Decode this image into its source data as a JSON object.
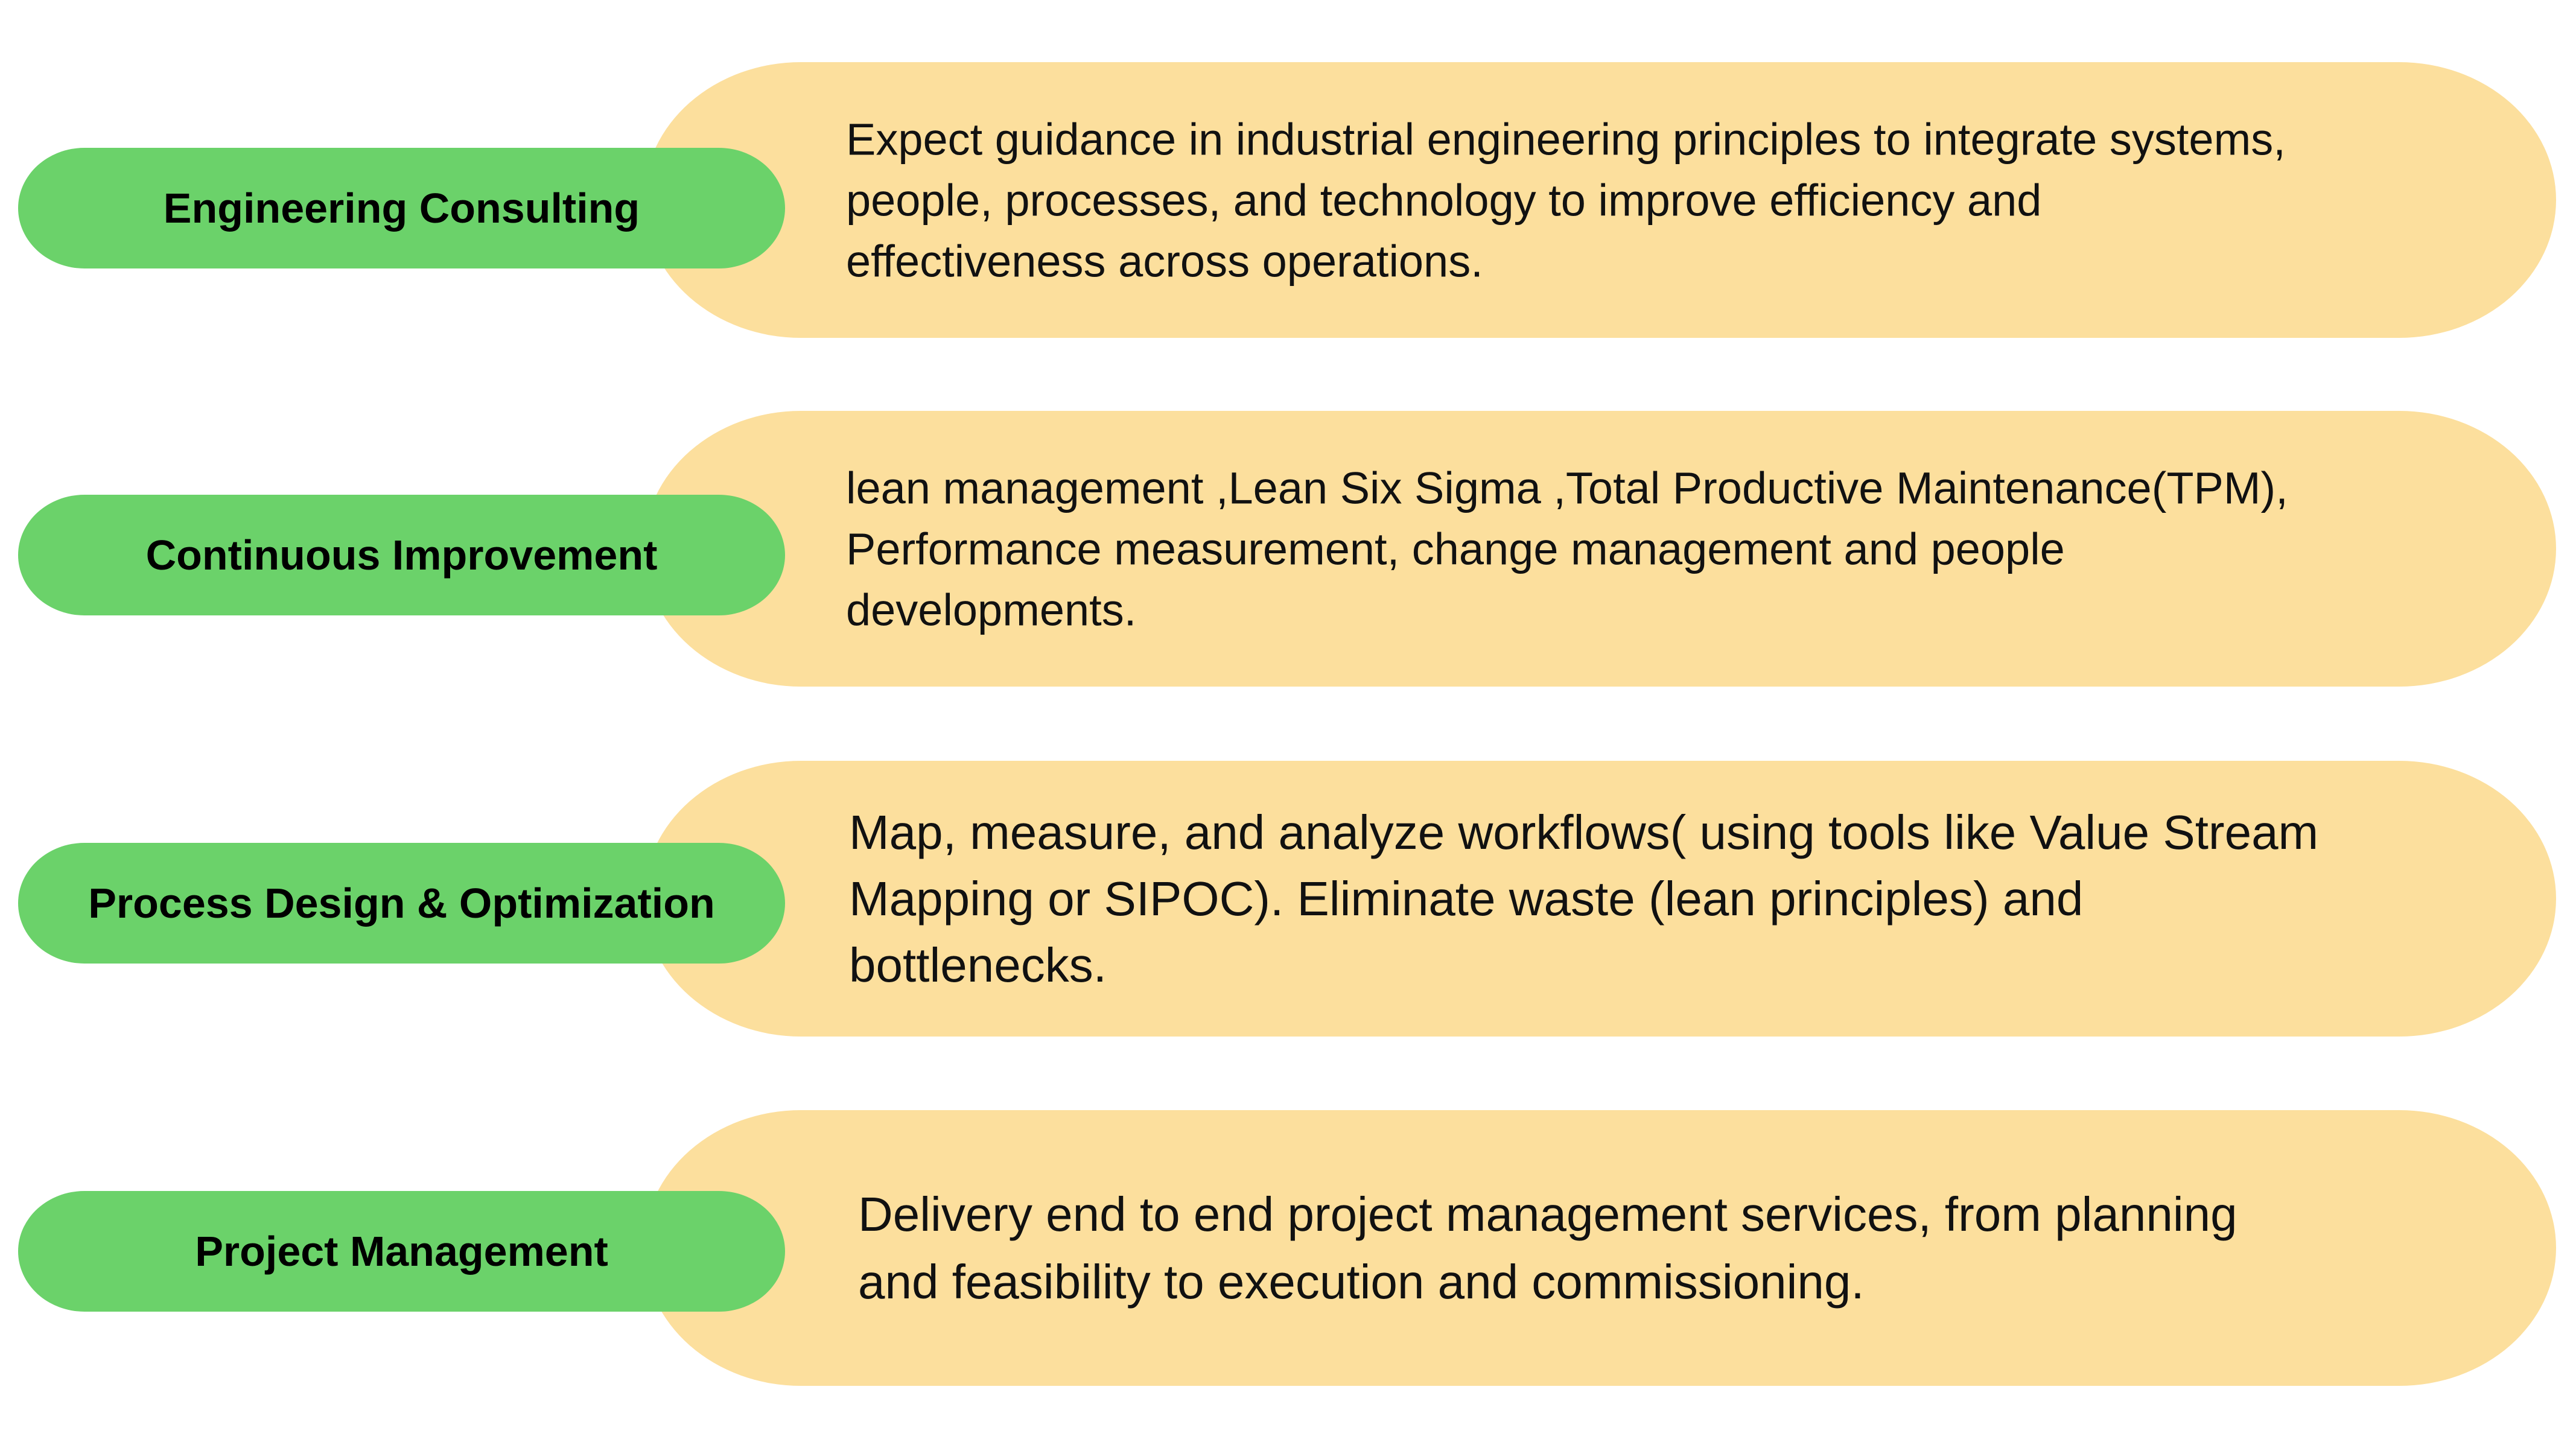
{
  "colors": {
    "label_bg": "#6BD26A",
    "description_bg": "#FCDF9D"
  },
  "items": [
    {
      "label": "Engineering Consulting",
      "lines": [
        "Expect guidance in industrial engineering principles to integrate systems,",
        "people, processes, and technology to improve efficiency and",
        "effectiveness across operations."
      ]
    },
    {
      "label": "Continuous Improvement",
      "lines": [
        "lean management ,Lean Six Sigma ,Total Productive Maintenance(TPM),",
        "Performance measurement, change management and people",
        "developments."
      ]
    },
    {
      "label": "Process Design & Optimization",
      "lines": [
        "Map, measure, and analyze workflows( using tools like Value Stream",
        "Mapping or SIPOC). Eliminate waste (lean principles) and",
        "bottlenecks."
      ]
    },
    {
      "label": "Project Management",
      "lines": [
        "Delivery end to end project management services, from planning",
        "and feasibility to execution and commissioning."
      ]
    }
  ]
}
